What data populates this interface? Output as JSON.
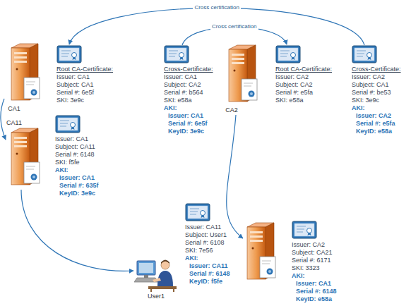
{
  "diagram": {
    "nodes": [
      {
        "text": [
          "CA1"
        ]
      },
      {
        "text": [
          "Root CA-Certificate:",
          "Issuer: CA1",
          "Subject: CA1",
          "Serial #: 6e5f",
          "SKI: 3e9c"
        ]
      },
      {
        "text": [
          "Cross-Certificate:",
          "Issuer: CA1",
          "Subject: CA2",
          "Serial #: b564",
          "SKI: e58a",
          "AKI:",
          "Issuer: CA1",
          "Serial #: 6e5f",
          "KeyID: 3e9c"
        ]
      },
      {
        "text": [
          "CA2"
        ]
      },
      {
        "text": [
          "Root CA-Certificate:",
          "Issuer: CA2",
          "Subject: CA2",
          "Serial #: e5fa",
          "SKI: e58a"
        ]
      },
      {
        "text": [
          "Cross-Certificate:",
          "Issuer: CA2",
          "Subject: CA1",
          "Serial #: be53",
          "SKI: 3e9c",
          "AKI:",
          "Issuer: CA2",
          "Serial #: e5fa",
          "KeyID: e58a"
        ]
      },
      {
        "text": [
          "CA11"
        ]
      },
      {
        "text": [
          "Issuer: CA1",
          "Subject: CA11",
          "Serial #: 6148",
          "SKI: f5fe",
          "AKI:",
          "Issuer: CA1",
          "Serial #: 635f",
          "KeyID: 3e9c"
        ]
      },
      {
        "text": []
      },
      {
        "text": [
          "Issuer: CA2",
          "Subject: CA21",
          "Serial #: 6171",
          "SKI: 3323",
          "AKI:",
          "Issuer: CA1",
          "Serial #: 6148",
          "KeyID: e58a"
        ]
      },
      {
        "text": [
          "User1"
        ]
      },
      {
        "text": [
          "Issuer: CA11",
          "Subject: User1",
          "Serial #: 6108",
          "SKI: 7e56",
          "AKI:",
          "Issuer: CA11",
          "Serial #: 6148",
          "KeyID: f5fe"
        ]
      }
    ],
    "edges": [
      {
        "from": 5,
        "to": 1,
        "label": "Cross certification",
        "arrow": "to"
      },
      {
        "from": 2,
        "to": 4,
        "label": "Cross certification",
        "arrow": "to"
      },
      {
        "from": 0,
        "to": 6,
        "arrow": "to"
      },
      {
        "from": 3,
        "to": 8,
        "arrow": "to"
      },
      {
        "from": 6,
        "to": 10,
        "arrow": "to"
      }
    ]
  }
}
